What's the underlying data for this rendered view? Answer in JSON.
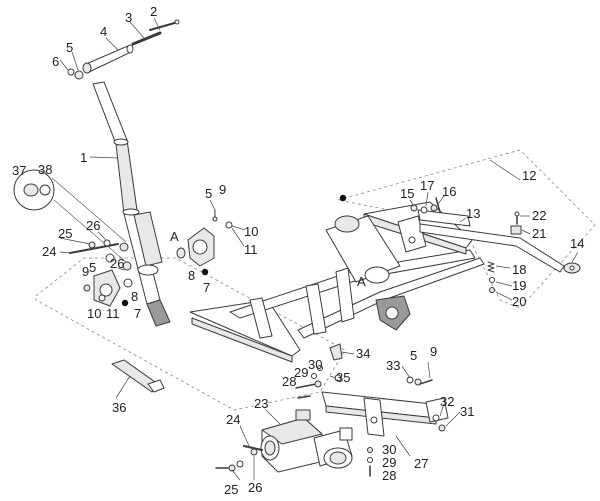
{
  "callouts": [
    {
      "id": "c1",
      "label": "1"
    },
    {
      "id": "c2",
      "label": "2"
    },
    {
      "id": "c3",
      "label": "3"
    },
    {
      "id": "c4",
      "label": "4"
    },
    {
      "id": "c5a",
      "label": "5"
    },
    {
      "id": "c6",
      "label": "6"
    },
    {
      "id": "c37",
      "label": "37"
    },
    {
      "id": "c38",
      "label": "38"
    },
    {
      "id": "c25a",
      "label": "25"
    },
    {
      "id": "c26a",
      "label": "26"
    },
    {
      "id": "c24a",
      "label": "24"
    },
    {
      "id": "c9a",
      "label": "9"
    },
    {
      "id": "c5b",
      "label": "5"
    },
    {
      "id": "c26b",
      "label": "26"
    },
    {
      "id": "c8a",
      "label": "8"
    },
    {
      "id": "c10a",
      "label": "10"
    },
    {
      "id": "c11a",
      "label": "11"
    },
    {
      "id": "c7a",
      "label": "7"
    },
    {
      "id": "c5c",
      "label": "5"
    },
    {
      "id": "c9b",
      "label": "9"
    },
    {
      "id": "c10b",
      "label": "10"
    },
    {
      "id": "c11b",
      "label": "11"
    },
    {
      "id": "c8b",
      "label": "8"
    },
    {
      "id": "c7b",
      "label": "7"
    },
    {
      "id": "c12",
      "label": "12"
    },
    {
      "id": "c15",
      "label": "15"
    },
    {
      "id": "c17",
      "label": "17"
    },
    {
      "id": "c16",
      "label": "16"
    },
    {
      "id": "c13",
      "label": "13"
    },
    {
      "id": "c22",
      "label": "22"
    },
    {
      "id": "c21",
      "label": "21"
    },
    {
      "id": "c14",
      "label": "14"
    },
    {
      "id": "c18",
      "label": "18"
    },
    {
      "id": "c19",
      "label": "19"
    },
    {
      "id": "c20",
      "label": "20"
    },
    {
      "id": "c34",
      "label": "34"
    },
    {
      "id": "c30a",
      "label": "30"
    },
    {
      "id": "c29a",
      "label": "29"
    },
    {
      "id": "c28a",
      "label": "28"
    },
    {
      "id": "c35",
      "label": "35"
    },
    {
      "id": "c33",
      "label": "33"
    },
    {
      "id": "c5d",
      "label": "5"
    },
    {
      "id": "c9c",
      "label": "9"
    },
    {
      "id": "c36",
      "label": "36"
    },
    {
      "id": "c24b",
      "label": "24"
    },
    {
      "id": "c23",
      "label": "23"
    },
    {
      "id": "c32",
      "label": "32"
    },
    {
      "id": "c31",
      "label": "31"
    },
    {
      "id": "c30b",
      "label": "30"
    },
    {
      "id": "c29b",
      "label": "29"
    },
    {
      "id": "c28b",
      "label": "28"
    },
    {
      "id": "c27",
      "label": "27"
    },
    {
      "id": "c25b",
      "label": "25"
    },
    {
      "id": "c26c",
      "label": "26"
    }
  ],
  "reference_letters": {
    "a_left": "A",
    "a_frame": "A"
  }
}
